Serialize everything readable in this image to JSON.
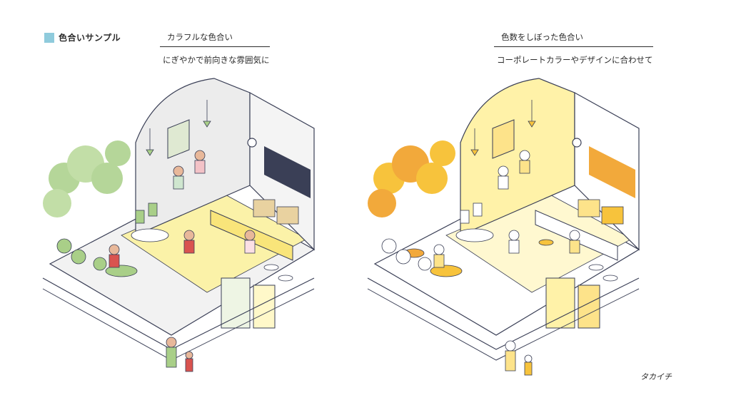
{
  "legend": {
    "label": "色合いサンプル",
    "swatch_color": "#8fcbdc"
  },
  "left_panel": {
    "title": "カラフルな色合い",
    "subtitle": "にぎやかで前向きな雰囲気に",
    "palette": {
      "accent": "#f4e36a",
      "green": "#a9cf88",
      "red": "#d9534f",
      "wall": "#e6e6e6",
      "ink": "#3a3f56"
    }
  },
  "right_panel": {
    "title": "色数をしぼった色合い",
    "subtitle": "コーポレートカラーやデザインに合わせて",
    "palette": {
      "accent": "#f7c33c",
      "orange": "#f2a93b",
      "light": "#fff2a8",
      "ink": "#3a3f56"
    }
  },
  "signature": "タカイチ"
}
